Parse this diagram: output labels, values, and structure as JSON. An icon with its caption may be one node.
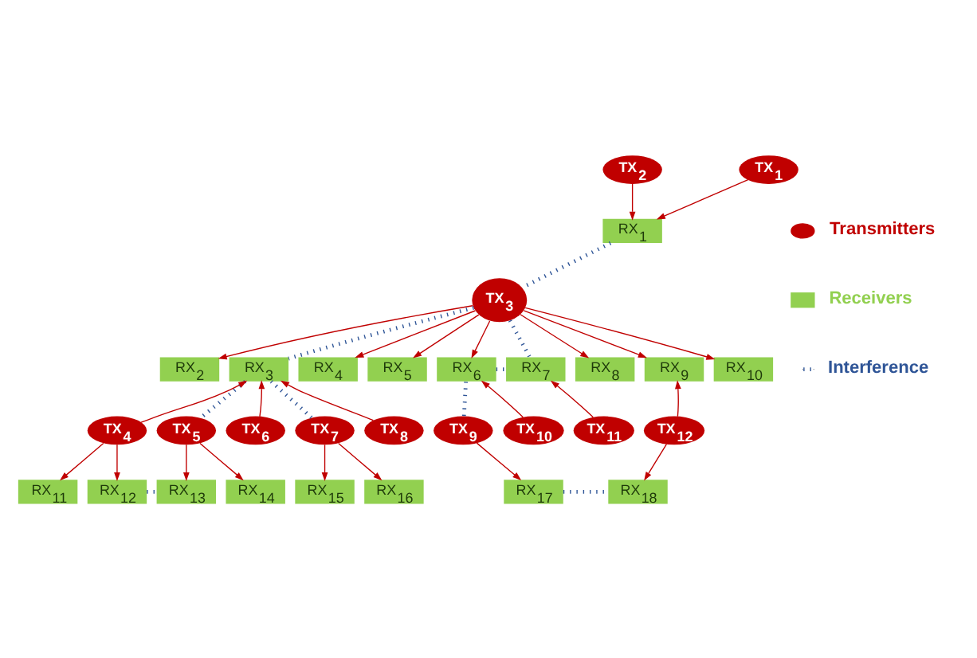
{
  "diagram": {
    "nodes": [
      {
        "text": [
          "TX$_{2}$"
        ]
      },
      {
        "text": [
          "TX$_{1}$"
        ]
      },
      {
        "text": [
          "RX$_{1}$"
        ]
      },
      {
        "text": [
          "TX$_{3}$"
        ]
      },
      {
        "text": [
          "RX$_{2}$"
        ]
      },
      {
        "text": [
          "RX$_{3}$"
        ]
      },
      {
        "text": [
          "RX$_{4}$"
        ]
      },
      {
        "text": [
          "RX$_{5}$"
        ]
      },
      {
        "text": [
          "RX$_{6}$"
        ]
      },
      {
        "text": [
          "RX$_{7}$"
        ]
      },
      {
        "text": [
          "RX$_{8}$"
        ]
      },
      {
        "text": [
          "RX$_{9}$"
        ]
      },
      {
        "text": [
          "RX$_{10}$"
        ]
      },
      {
        "text": [
          "TX$_{4}$"
        ]
      },
      {
        "text": [
          "TX$_{5}$"
        ]
      },
      {
        "text": [
          "TX$_{6}$"
        ]
      },
      {
        "text": [
          "TX$_{7}$"
        ]
      },
      {
        "text": [
          "TX$_{8}$"
        ]
      },
      {
        "text": [
          "TX$_{9}$"
        ]
      },
      {
        "text": [
          "TX$_{10}$"
        ]
      },
      {
        "text": [
          "TX$_{11}$"
        ]
      },
      {
        "text": [
          "TX$_{12}$"
        ]
      },
      {
        "text": [
          "RX$_{11}$"
        ]
      },
      {
        "text": [
          "RX$_{12}$"
        ]
      },
      {
        "text": [
          "RX$_{13}$"
        ]
      },
      {
        "text": [
          "RX$_{14}$"
        ]
      },
      {
        "text": [
          "RX$_{15}$"
        ]
      },
      {
        "text": [
          "RX$_{16}$"
        ]
      },
      {
        "text": [
          "RX$_{17}$"
        ]
      },
      {
        "text": [
          "RX$_{18}$"
        ]
      }
    ],
    "edges": [
      {
        "from": 0,
        "to": 2,
        "arrow": "to"
      },
      {
        "from": 1,
        "to": 2,
        "arrow": "to"
      },
      {
        "from": 2,
        "to": 3,
        "arrow": "none",
        "style": "dashed",
        "color": "#2f5597"
      },
      {
        "from": 3,
        "to": 4,
        "arrow": "to"
      },
      {
        "from": 3,
        "to": 5,
        "arrow": "none",
        "style": "dashed",
        "color": "#2f5597"
      },
      {
        "from": 3,
        "to": 6,
        "arrow": "to"
      },
      {
        "from": 3,
        "to": 7,
        "arrow": "to"
      },
      {
        "from": 3,
        "to": 8,
        "arrow": "to"
      },
      {
        "from": 3,
        "to": 9,
        "arrow": "none",
        "style": "dashed",
        "color": "#2f5597"
      },
      {
        "from": 3,
        "to": 10,
        "arrow": "to"
      },
      {
        "from": 3,
        "to": 11,
        "arrow": "to"
      },
      {
        "from": 3,
        "to": 12,
        "arrow": "to"
      },
      {
        "from": 13,
        "to": 5,
        "arrow": "to"
      },
      {
        "from": 5,
        "to": 14,
        "arrow": "none",
        "style": "dashed",
        "color": "#2f5597"
      },
      {
        "from": 15,
        "to": 5,
        "arrow": "to"
      },
      {
        "from": 5,
        "to": 16,
        "arrow": "none",
        "style": "dashed",
        "color": "#2f5597"
      },
      {
        "from": 17,
        "to": 5,
        "arrow": "to"
      },
      {
        "from": 8,
        "to": 9,
        "arrow": "none",
        "style": "dashed",
        "color": "#2f5597"
      },
      {
        "from": 8,
        "to": 18,
        "arrow": "none",
        "style": "dashed",
        "color": "#2f5597"
      },
      {
        "from": 19,
        "to": 8,
        "arrow": "to"
      },
      {
        "from": 20,
        "to": 9,
        "arrow": "to"
      },
      {
        "from": 21,
        "to": 11,
        "arrow": "to"
      },
      {
        "from": 13,
        "to": 22,
        "arrow": "to"
      },
      {
        "from": 13,
        "to": 23,
        "arrow": "to"
      },
      {
        "from": 23,
        "to": 24,
        "arrow": "none",
        "style": "dashed",
        "color": "#2f5597"
      },
      {
        "from": 14,
        "to": 24,
        "arrow": "to"
      },
      {
        "from": 14,
        "to": 25,
        "arrow": "to"
      },
      {
        "from": 16,
        "to": 26,
        "arrow": "to"
      },
      {
        "from": 16,
        "to": 27,
        "arrow": "to"
      },
      {
        "from": 18,
        "to": 28,
        "arrow": "to"
      },
      {
        "from": 21,
        "to": 29,
        "arrow": "to"
      },
      {
        "from": 28,
        "to": 29,
        "arrow": "none",
        "style": "dashed",
        "color": "#2f5597"
      }
    ],
    "legend": [
      {
        "text": "Transmitters",
        "color": "#c00000"
      },
      {
        "text": "Receivers",
        "color": "#92d050"
      },
      {
        "text": "Interference"
      }
    ]
  }
}
